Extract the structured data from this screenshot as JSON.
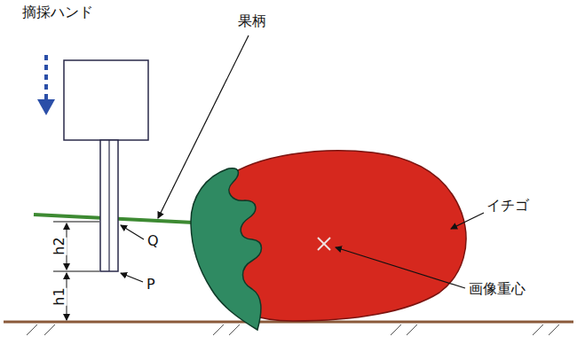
{
  "diagram": {
    "labels": [
      "摘採ハンド",
      "果柄",
      "イチゴ",
      "画像重心",
      "Q",
      "P",
      "h2",
      "h1"
    ]
  }
}
